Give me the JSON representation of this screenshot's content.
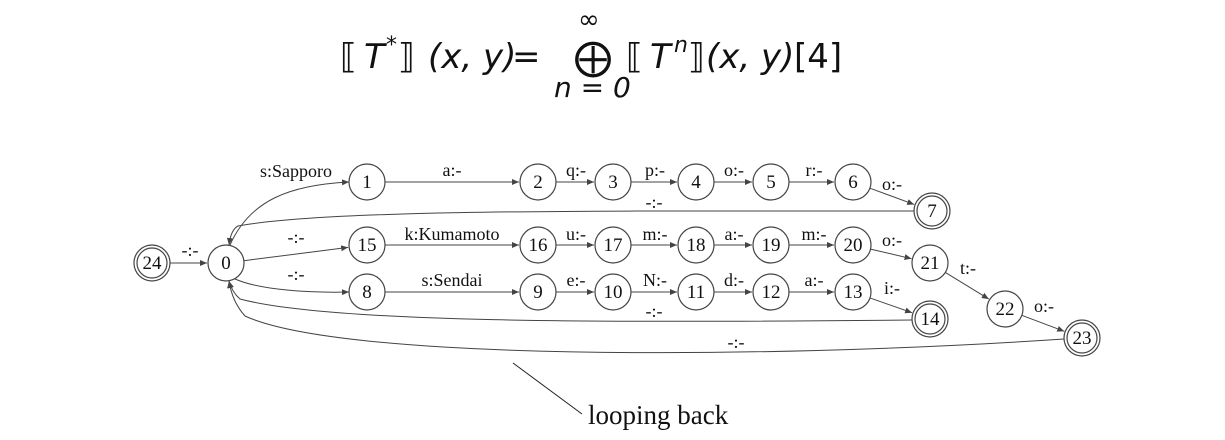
{
  "formula": {
    "lhs_bracket_open": "⟦",
    "lhs_symbol": "T",
    "lhs_sup": "*",
    "lhs_bracket_close": "⟧",
    "lhs_args": "(x, y)",
    "equals": "=",
    "operator": "⨁",
    "upper_limit": "∞",
    "lower_limit": "n = 0",
    "rhs_bracket_open": "⟦",
    "rhs_symbol": "T",
    "rhs_sup": "n",
    "rhs_bracket_close": "⟧",
    "rhs_args": "(x, y)",
    "citation": "[4]"
  },
  "diagram": {
    "states": [
      {
        "id": "24",
        "final": true
      },
      {
        "id": "0",
        "final": false
      },
      {
        "id": "1",
        "final": false
      },
      {
        "id": "2",
        "final": false
      },
      {
        "id": "3",
        "final": false
      },
      {
        "id": "4",
        "final": false
      },
      {
        "id": "5",
        "final": false
      },
      {
        "id": "6",
        "final": false
      },
      {
        "id": "7",
        "final": true
      },
      {
        "id": "15",
        "final": false
      },
      {
        "id": "16",
        "final": false
      },
      {
        "id": "17",
        "final": false
      },
      {
        "id": "18",
        "final": false
      },
      {
        "id": "19",
        "final": false
      },
      {
        "id": "20",
        "final": false
      },
      {
        "id": "21",
        "final": false
      },
      {
        "id": "22",
        "final": false
      },
      {
        "id": "23",
        "final": true
      },
      {
        "id": "8",
        "final": false
      },
      {
        "id": "9",
        "final": false
      },
      {
        "id": "10",
        "final": false
      },
      {
        "id": "11",
        "final": false
      },
      {
        "id": "12",
        "final": false
      },
      {
        "id": "13",
        "final": false
      },
      {
        "id": "14",
        "final": true
      }
    ],
    "edges": [
      {
        "from": "24",
        "to": "0",
        "label": "-:-"
      },
      {
        "from": "0",
        "to": "1",
        "label": "s:Sapporo"
      },
      {
        "from": "1",
        "to": "2",
        "label": "a:-"
      },
      {
        "from": "2",
        "to": "3",
        "label": "q:-"
      },
      {
        "from": "3",
        "to": "4",
        "label": "p:-"
      },
      {
        "from": "4",
        "to": "5",
        "label": "o:-"
      },
      {
        "from": "5",
        "to": "6",
        "label": "r:-"
      },
      {
        "from": "6",
        "to": "7",
        "label": "o:-"
      },
      {
        "from": "7",
        "to": "0",
        "label": "-:-"
      },
      {
        "from": "0",
        "to": "15",
        "label": "-:-"
      },
      {
        "from": "15",
        "to": "16",
        "label": "k:Kumamoto"
      },
      {
        "from": "16",
        "to": "17",
        "label": "u:-"
      },
      {
        "from": "17",
        "to": "18",
        "label": "m:-"
      },
      {
        "from": "18",
        "to": "19",
        "label": "a:-"
      },
      {
        "from": "19",
        "to": "20",
        "label": "m:-"
      },
      {
        "from": "20",
        "to": "21",
        "label": "o:-"
      },
      {
        "from": "21",
        "to": "22",
        "label": "t:-"
      },
      {
        "from": "22",
        "to": "23",
        "label": "o:-"
      },
      {
        "from": "23",
        "to": "0",
        "label": "-:-"
      },
      {
        "from": "0",
        "to": "8",
        "label": "-:-"
      },
      {
        "from": "8",
        "to": "9",
        "label": "s:Sendai"
      },
      {
        "from": "9",
        "to": "10",
        "label": "e:-"
      },
      {
        "from": "10",
        "to": "11",
        "label": "N:-"
      },
      {
        "from": "11",
        "to": "12",
        "label": "d:-"
      },
      {
        "from": "12",
        "to": "13",
        "label": "a:-"
      },
      {
        "from": "13",
        "to": "14",
        "label": "i:-"
      },
      {
        "from": "14",
        "to": "0",
        "label": "-:-"
      }
    ],
    "annotation": "looping back"
  }
}
